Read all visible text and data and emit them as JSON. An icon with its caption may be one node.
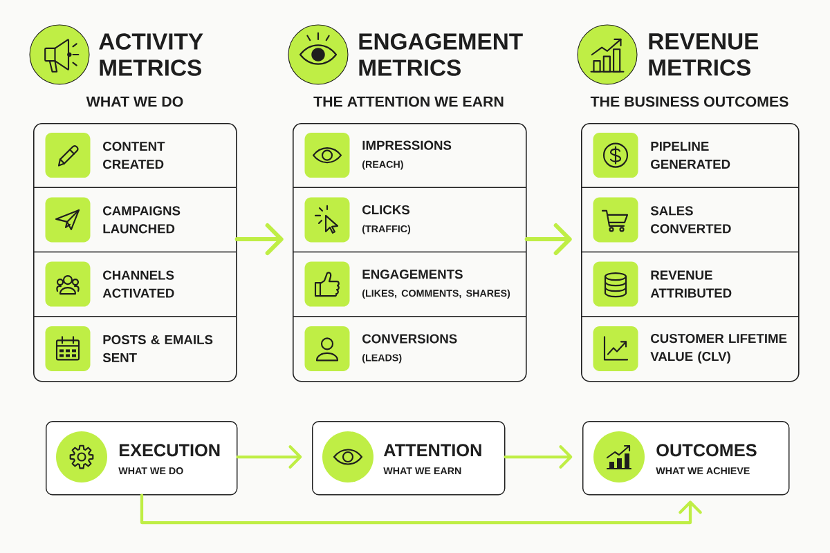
{
  "diagram": {
    "nodes": [
      {
        "text": [
          "ACTIVITY METRICS",
          "WHAT WE DO"
        ]
      },
      {
        "text": [
          "CONTENT CREATED"
        ],
        "in": 0
      },
      {
        "text": [
          "CAMPAIGNS LAUNCHED"
        ],
        "in": 0
      },
      {
        "text": [
          "CHANNELS ACTIVATED"
        ],
        "in": 0
      },
      {
        "text": [
          "POSTS & EMAILS SENT"
        ],
        "in": 0
      },
      {
        "text": [
          "ENGAGEMENT METRICS",
          "THE ATTENTION WE EARN"
        ]
      },
      {
        "text": [
          "IMPRESSIONS",
          "(REACH)"
        ],
        "in": 5
      },
      {
        "text": [
          "CLICKS",
          "(TRAFFIC)"
        ],
        "in": 5
      },
      {
        "text": [
          "ENGAGEMENTS",
          "(LIKES, COMMENTS, SHARES)"
        ],
        "in": 5
      },
      {
        "text": [
          "CONVERSIONS",
          "(LEADS)"
        ],
        "in": 5
      },
      {
        "text": [
          "REVENUE METRICS",
          "THE BUSINESS OUTCOMES"
        ]
      },
      {
        "text": [
          "PIPELINE GENERATED"
        ],
        "in": 10
      },
      {
        "text": [
          "SALES CONVERTED"
        ],
        "in": 10
      },
      {
        "text": [
          "REVENUE ATTRIBUTED"
        ],
        "in": 10
      },
      {
        "text": [
          "CUSTOMER LIFETIME VALUE (CLV)"
        ],
        "in": 10
      },
      {
        "text": [
          "EXECUTION",
          "WHAT WE DO"
        ]
      },
      {
        "text": [
          "ATTENTION",
          "WHAT WE EARN"
        ]
      },
      {
        "text": [
          "OUTCOMES",
          "WHAT WE ACHIEVE"
        ]
      }
    ],
    "edges": [
      {
        "from": 0,
        "to": 5,
        "arrow": "to"
      },
      {
        "from": 5,
        "to": 10,
        "arrow": "to"
      },
      {
        "from": 15,
        "to": 16,
        "arrow": "to"
      },
      {
        "from": 16,
        "to": 17,
        "arrow": "to"
      },
      {
        "from": 15,
        "to": 17,
        "arrow": "to"
      }
    ]
  }
}
